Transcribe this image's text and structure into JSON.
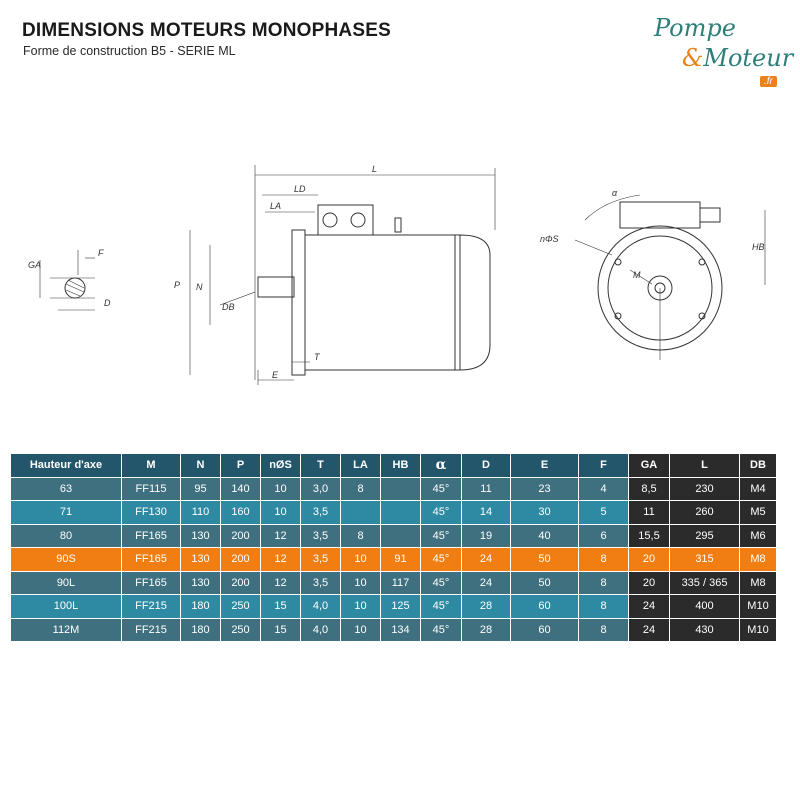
{
  "header": {
    "title": "DIMENSIONS MOTEURS MONOPHASES",
    "subtitle": "Forme de construction B5 - SERIE ML"
  },
  "logo": {
    "line1": "Pompe",
    "amp": "&",
    "line2": "Moteur",
    "suffix": ".fr",
    "colors": {
      "teal": "#2d7f7a",
      "orange": "#e98219"
    }
  },
  "drawing_labels": {
    "ga": "GA",
    "f": "F",
    "d": "D",
    "l": "L",
    "ld": "LD",
    "la": "LA",
    "p": "P",
    "n": "N",
    "db": "DB",
    "t": "T",
    "e": "E",
    "alpha": "α",
    "nos": "nΦS",
    "m": "M",
    "hb": "HB"
  },
  "table": {
    "headers": [
      "Hauteur d'axe",
      "M",
      "N",
      "P",
      "nØS",
      "T",
      "LA",
      "HB",
      "α",
      "D",
      "E",
      "F",
      "GA",
      "L",
      "DB"
    ],
    "rows": [
      [
        "63",
        "FF115",
        "95",
        "140",
        "10",
        "3,0",
        "8",
        "",
        "45°",
        "11",
        "23",
        "4",
        "8,5",
        "230",
        "M4"
      ],
      [
        "71",
        "FF130",
        "110",
        "160",
        "10",
        "3,5",
        "",
        "",
        "45°",
        "14",
        "30",
        "5",
        "11",
        "260",
        "M5"
      ],
      [
        "80",
        "FF165",
        "130",
        "200",
        "12",
        "3,5",
        "8",
        "",
        "45°",
        "19",
        "40",
        "6",
        "15,5",
        "295",
        "M6"
      ],
      [
        "90S",
        "FF165",
        "130",
        "200",
        "12",
        "3,5",
        "10",
        "91",
        "45°",
        "24",
        "50",
        "8",
        "20",
        "315",
        "M8"
      ],
      [
        "90L",
        "FF165",
        "130",
        "200",
        "12",
        "3,5",
        "10",
        "117",
        "45°",
        "24",
        "50",
        "8",
        "20",
        "335 / 365",
        "M8"
      ],
      [
        "100L",
        "FF215",
        "180",
        "250",
        "15",
        "4,0",
        "10",
        "125",
        "45°",
        "28",
        "60",
        "8",
        "24",
        "400",
        "M10"
      ],
      [
        "112M",
        "FF215",
        "180",
        "250",
        "15",
        "4,0",
        "10",
        "134",
        "45°",
        "28",
        "60",
        "8",
        "24",
        "430",
        "M10"
      ]
    ],
    "highlighted_row": "90S",
    "colors": {
      "header": "#23566a",
      "row": "#3f7080",
      "row_alt": "#2e8aa3",
      "highlight": "#f07e12",
      "dark": "#2b2b2b"
    }
  }
}
